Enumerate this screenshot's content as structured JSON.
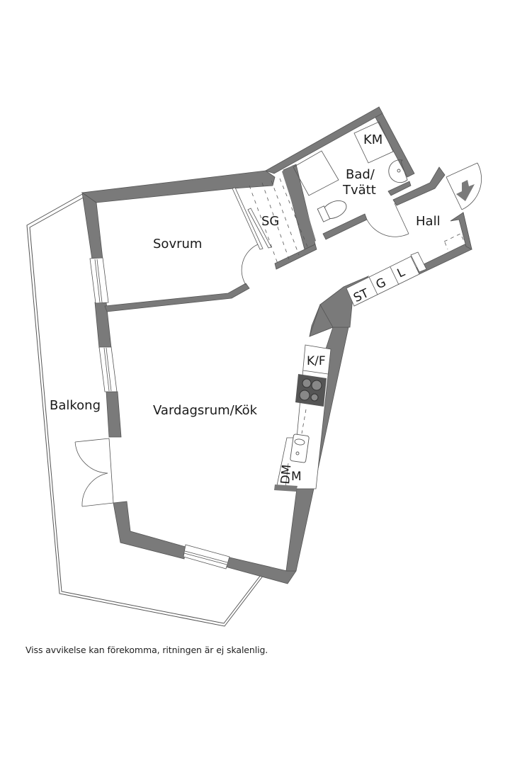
{
  "floorplan": {
    "wall_color": "#7a7a7a",
    "fixture_dark": "#555555",
    "line_color": "#555555",
    "rooms": {
      "sovrum": "Sovrum",
      "sg": "SG",
      "bad": "Bad/",
      "tvatt": "Tvätt",
      "km": "KM",
      "hall": "Hall",
      "vardagsrum": "Vardagsrum/Kök",
      "balkong": "Balkong"
    },
    "closets": {
      "st": "ST",
      "g": "G",
      "l": "L"
    },
    "kitchen": {
      "kf": "K/F",
      "dm": "DM",
      "m": "M"
    },
    "icons": [
      "entrance-arrow-icon",
      "stove-icon",
      "sink-icon",
      "toilet-icon",
      "washbasin-icon",
      "door-swing-icon",
      "window-icon"
    ]
  },
  "footer": {
    "disclaimer": "Viss avvikelse kan förekomma, ritningen är ej skalenlig."
  }
}
